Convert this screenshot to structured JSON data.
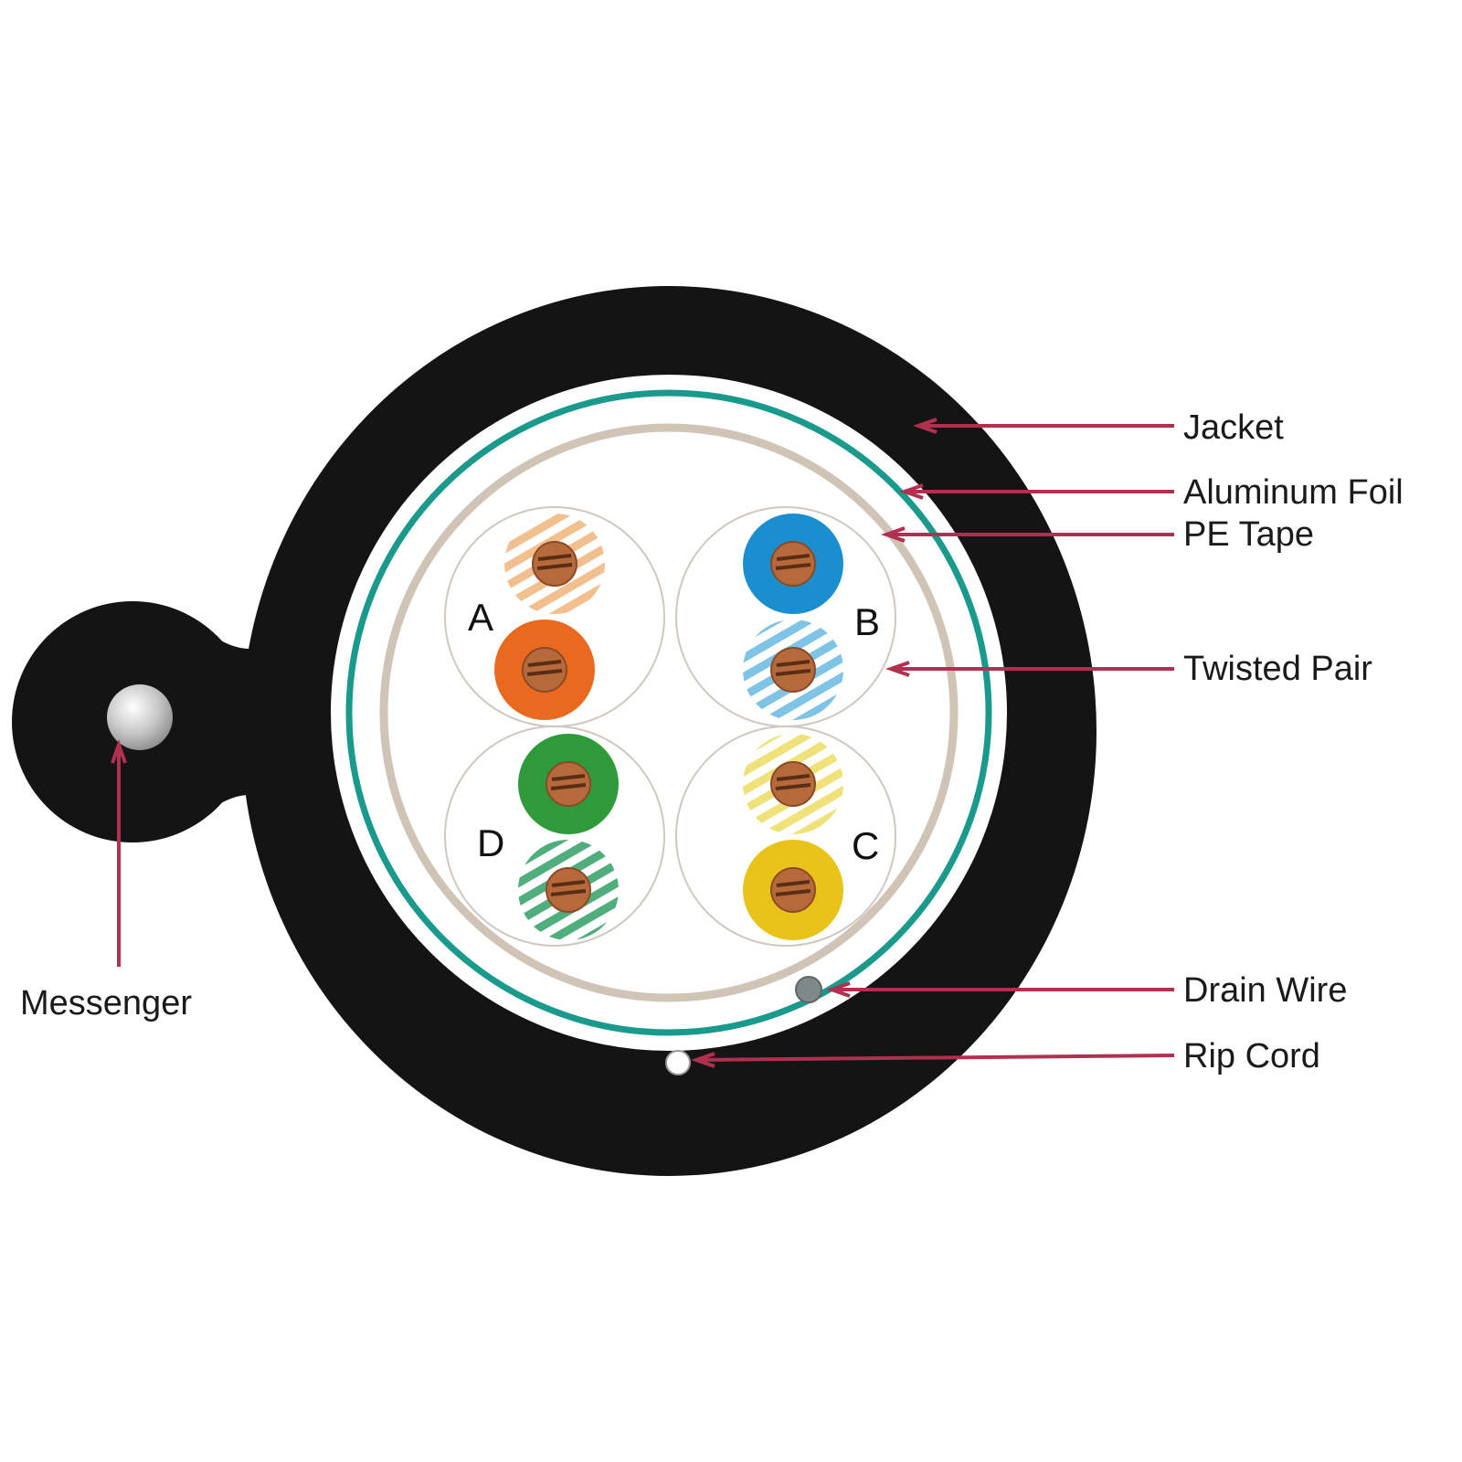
{
  "colors": {
    "jacket": "#141414",
    "aluminum_foil": "#1a9a8c",
    "pe_tape": "#cfc4b6",
    "leader": "#b0304f",
    "copper": "#b66a3c",
    "messenger": "#c8c8c8",
    "background": "#ffffff"
  },
  "pairs": [
    {
      "letter": "A",
      "solid": "#e96a1e",
      "stripe": "#f2c08e",
      "stripe_label": "orange-white",
      "solid_label": "orange"
    },
    {
      "letter": "B",
      "solid": "#1b8ed0",
      "stripe": "#7fc3e6",
      "stripe_label": "blue-white",
      "solid_label": "blue"
    },
    {
      "letter": "C",
      "solid": "#e8c41a",
      "stripe": "#f0e27a",
      "stripe_label": "yellow-white",
      "solid_label": "yellow"
    },
    {
      "letter": "D",
      "solid": "#2e9a3a",
      "stripe": "#4fae7c",
      "stripe_label": "green-white",
      "solid_label": "green"
    }
  ],
  "callouts": {
    "jacket": "Jacket",
    "aluminum_foil": "Aluminum Foil",
    "pe_tape": "PE Tape",
    "twisted_pair": "Twisted Pair",
    "drain_wire": "Drain Wire",
    "rip_cord": "Rip Cord",
    "messenger": "Messenger"
  }
}
